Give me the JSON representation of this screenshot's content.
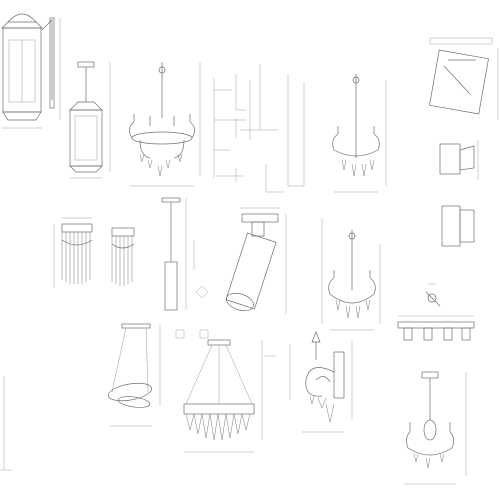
{
  "sheet": {
    "background": "#ffffff",
    "line_color": "#6f6f6f"
  },
  "figures": [
    {
      "id": "outdoor-wall-lantern",
      "icon": "wall-lantern-icon"
    },
    {
      "id": "pendant-lantern",
      "icon": "pendant-lantern-icon"
    },
    {
      "id": "candle-chandelier-top",
      "icon": "chandelier-icon"
    },
    {
      "id": "dimension-schematic-top",
      "icon": "dimension-icon"
    },
    {
      "id": "candle-chandelier-right",
      "icon": "chandelier-icon"
    },
    {
      "id": "rectangular-wall-lamp-side",
      "icon": "wall-lamp-icon"
    },
    {
      "id": "crystal-wall-sconces",
      "icon": "sconce-icon"
    },
    {
      "id": "tube-pendant",
      "icon": "tube-pendant-icon"
    },
    {
      "id": "track-spotlight",
      "icon": "spotlight-icon"
    },
    {
      "id": "crystal-chandelier-right",
      "icon": "chandelier-icon"
    },
    {
      "id": "ceiling-spot-bar",
      "icon": "spot-bar-icon"
    },
    {
      "id": "ring-pendant",
      "icon": "ring-pendant-icon"
    },
    {
      "id": "crystal-square-chandelier",
      "icon": "crystal-chandelier-icon"
    },
    {
      "id": "baroque-wall-sconce",
      "icon": "sconce-icon"
    },
    {
      "id": "classic-chandelier-bottom",
      "icon": "chandelier-icon"
    }
  ]
}
